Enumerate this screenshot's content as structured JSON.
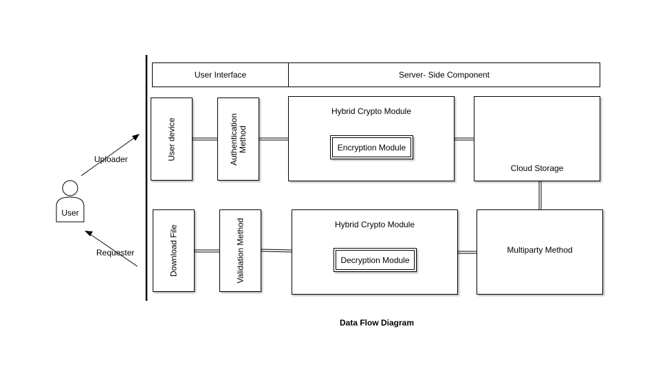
{
  "header": {
    "user_interface": "User Interface",
    "server_side": "Server- Side Component"
  },
  "actor": {
    "label": "User"
  },
  "arrows": {
    "uploader": "Uploader",
    "requester": "Requester"
  },
  "upload_row": {
    "user_device": "User device",
    "auth_line1": "Authentication",
    "auth_line2": "Method",
    "crypto_title": "Hybrid Crypto Module",
    "crypto_inner": "Encryption Module",
    "cloud": "Cloud Storage"
  },
  "download_row": {
    "download_file": "Download File",
    "validation": "Validation Method",
    "crypto_title": "Hybrid Crypto Module",
    "crypto_inner": "Decryption Module",
    "multiparty": "Multiparty Method"
  },
  "caption": "Data Flow Diagram",
  "colors": {
    "cloud": "#5fb3e0",
    "cloud_dark": "#2e8ccf",
    "line": "#000000"
  }
}
